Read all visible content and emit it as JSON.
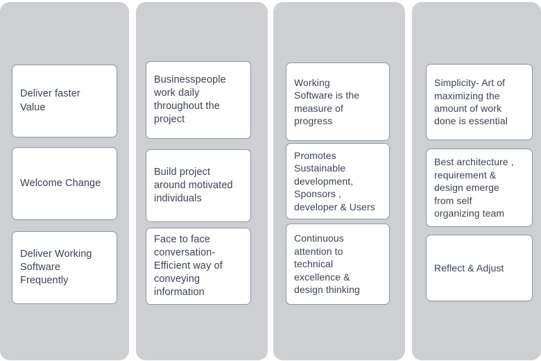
{
  "board": {
    "background_color": "#ffffff",
    "column_color": "#cdcfd3",
    "card_color": "#ffffff",
    "card_border_color": "#8d929c",
    "text_color": "#3b4256"
  },
  "columns": [
    {
      "name": "column-1",
      "cards": [
        {
          "text": "Deliver faster\nValue"
        },
        {
          "text": "Welcome  Change"
        },
        {
          "text": "Deliver Working\nSoftware\nFrequently"
        }
      ]
    },
    {
      "name": "column-2",
      "cards": [
        {
          "text": "Businesspeople\nwork daily\nthroughout the\nproject"
        },
        {
          "text": "Build  project\naround  motivated\nindividuals"
        },
        {
          "text": "Face to face\nconversation-\nEfficient way of\nconveying\ninformation"
        }
      ]
    },
    {
      "name": "column-3",
      "cards": [
        {
          "text": "Working\nSoftware is the\nmeasure of\nprogress"
        },
        {
          "text": "Promotes\nSustainable\ndevelopment,\nSponsors  ,\ndeveloper & Users"
        },
        {
          "text": "Continuous\nattention to\ntechnical\nexcellence &\ndesign thinking"
        }
      ]
    },
    {
      "name": "column-4",
      "cards": [
        {
          "text": "Simplicity- Art of\nmaximizing the\namount of work\ndone is essential"
        },
        {
          "text": "Best architecture ,\nrequirement &\ndesign emerge\nfrom self\norganizing  team"
        },
        {
          "text": "Reflect & Adjust"
        }
      ]
    }
  ]
}
